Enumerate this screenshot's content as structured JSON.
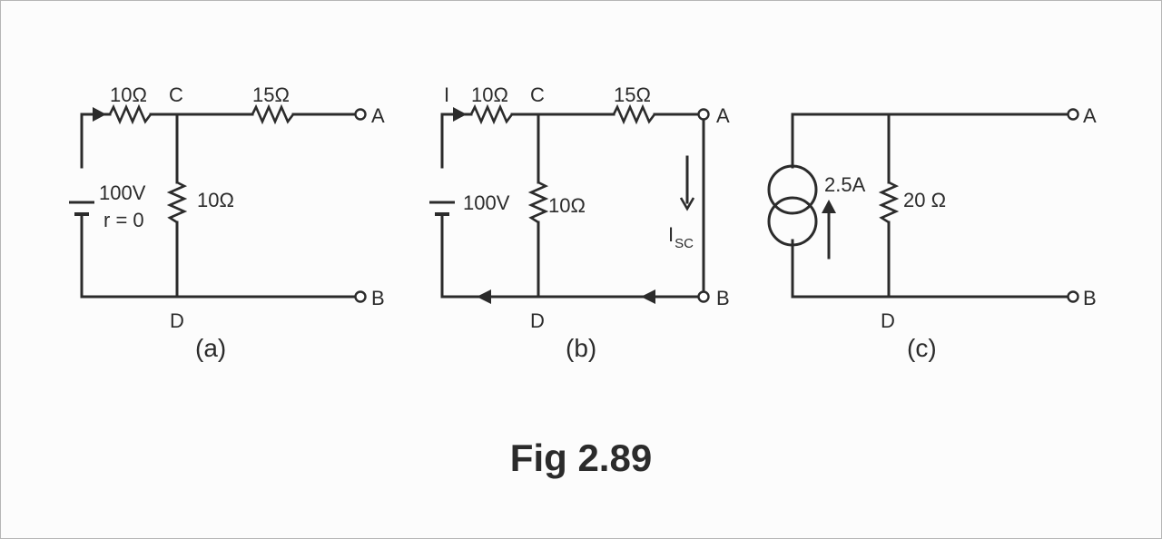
{
  "figure_label": "Fig 2.89",
  "colors": {
    "ink": "#2b2b2b",
    "frame_border": "#b5b5b5",
    "background": "#fcfcfc"
  },
  "circuit_a": {
    "caption": "(a)",
    "r_series_1": "10Ω",
    "r_series_2": "15Ω",
    "r_shunt": "10Ω",
    "source_voltage": "100V",
    "source_resistance": "r = 0",
    "node_c": "C",
    "node_d": "D",
    "terminal_a": "A",
    "terminal_b": "B"
  },
  "circuit_b": {
    "caption": "(b)",
    "current": "I",
    "r_series_1": "10Ω",
    "r_series_2": "15Ω",
    "r_shunt": "10Ω",
    "source_voltage": "100V",
    "short_circuit_current": "I",
    "short_circuit_subscript": "SC",
    "node_c": "C",
    "node_d": "D",
    "terminal_a": "A",
    "terminal_b": "B"
  },
  "circuit_c": {
    "caption": "(c)",
    "source_current": "2.5A",
    "r_shunt": "20 Ω",
    "node_d": "D",
    "terminal_a": "A",
    "terminal_b": "B"
  }
}
